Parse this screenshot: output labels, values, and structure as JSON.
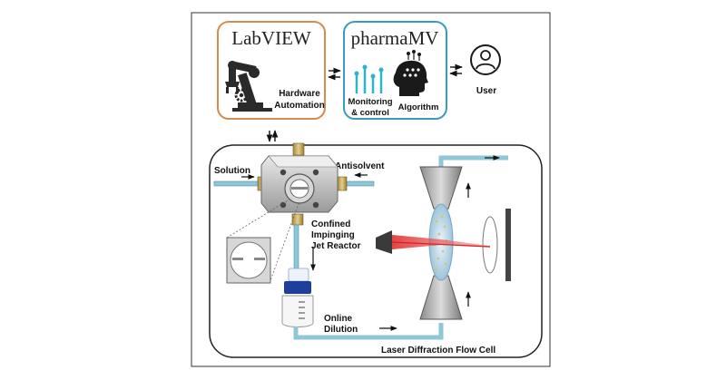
{
  "labview": {
    "title": "LabVIEW",
    "caption_line1": "Hardware",
    "caption_line2": "Automation",
    "border_color": "#d98a4e"
  },
  "pharmamv": {
    "title": "pharmaMV",
    "monitoring_line1": "Monitoring",
    "monitoring_line2": "& control",
    "algorithm": "Algorithm",
    "border_color": "#3a9bbd",
    "accent_color": "#2bb5c9"
  },
  "user": {
    "label": "User"
  },
  "process": {
    "solution": "Solution",
    "antisolvent": "Antisolvent",
    "reactor_line1": "Confined",
    "reactor_line2": "Impinging",
    "reactor_line3": "Jet Reactor",
    "dilution_line1": "Online",
    "dilution_line2": "Dilution",
    "flow_cell": "Laser Diffraction Flow Cell",
    "laser_color": "#e23b3b",
    "tube_color": "#8fc7d6",
    "cap_color": "#1f3f9c"
  },
  "icons": {
    "robot_arm": "robot-arm-icon",
    "gear": "gear-icon",
    "monitoring": "monitoring-bars-icon",
    "head": "ai-head-icon",
    "user": "user-icon"
  }
}
